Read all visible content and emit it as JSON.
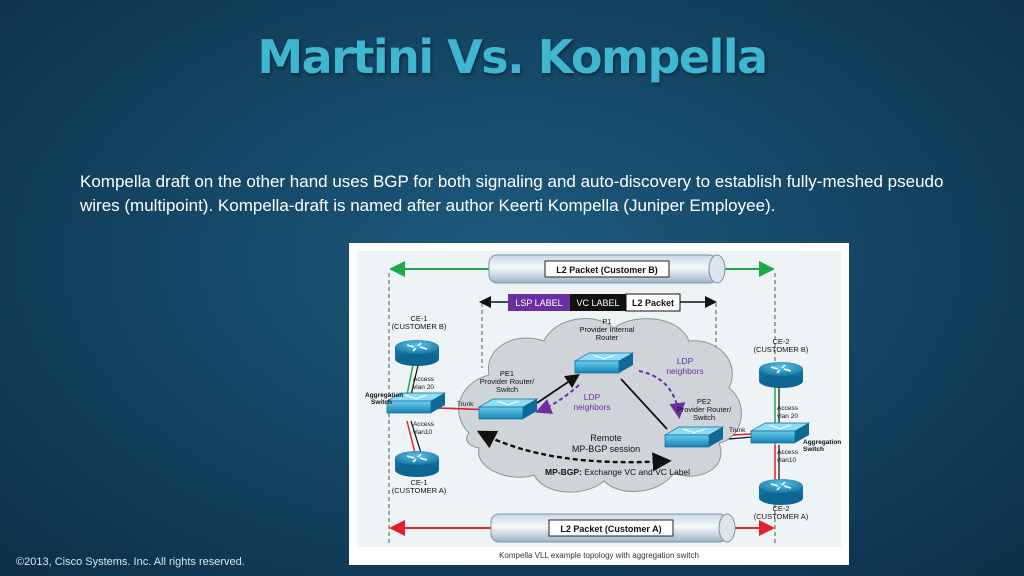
{
  "slide": {
    "title": "Martini Vs. Kompella",
    "body": "Kompella draft on the other hand uses BGP for both signaling and auto-discovery to establish fully-meshed pseudo wires (multipoint). Kompella-draft is named after author Keerti Kompella (Juniper Employee).",
    "footer": "©2013, Cisco Systems. Inc. All rights reserved."
  },
  "diagram": {
    "pipe_top_label": "L2 Packet (Customer B)",
    "pipe_bottom_label": "L2 Packet (Customer A)",
    "label_stack": [
      "LSP LABEL",
      "VC LABEL",
      "L2 Packet"
    ],
    "ce1_b": [
      "CE-1",
      "(CUSTOMER B)"
    ],
    "ce1_a": [
      "CE-1",
      "(CUSTOMER A)"
    ],
    "ce2_b": [
      "CE-2",
      "(CUSTOMER B)"
    ],
    "ce2_a": [
      "CE-2",
      "(CUSTOMER A)"
    ],
    "p1": [
      "P1",
      "Provider Internal",
      "Router"
    ],
    "pe1": [
      "PE1",
      "Provider Router/",
      "Switch"
    ],
    "pe2": [
      "PE2",
      "Provider Router/",
      "Switch"
    ],
    "agg": [
      "Aggregation",
      "Switch"
    ],
    "trunk": "Trunk",
    "access20": [
      "Access",
      "vlan 20"
    ],
    "access10": [
      "Access",
      "vlan10"
    ],
    "ldp_right": [
      "LDP",
      "neighbors"
    ],
    "ldp_left": [
      "LDP",
      "neighbors"
    ],
    "remote": [
      "Remote",
      "MP-BGP session"
    ],
    "mpbgp_bold": "MP-BGP:",
    "mpbgp_rest": " Exchange VC and VC Label",
    "caption": "Kompella VLL example topology with aggregation switch",
    "colors": {
      "green": "#1fa84a",
      "red": "#e0222a",
      "purple": "#6a2fa0",
      "router": "#1c8fc0",
      "lsp_bg": "#6a2fa0"
    }
  }
}
